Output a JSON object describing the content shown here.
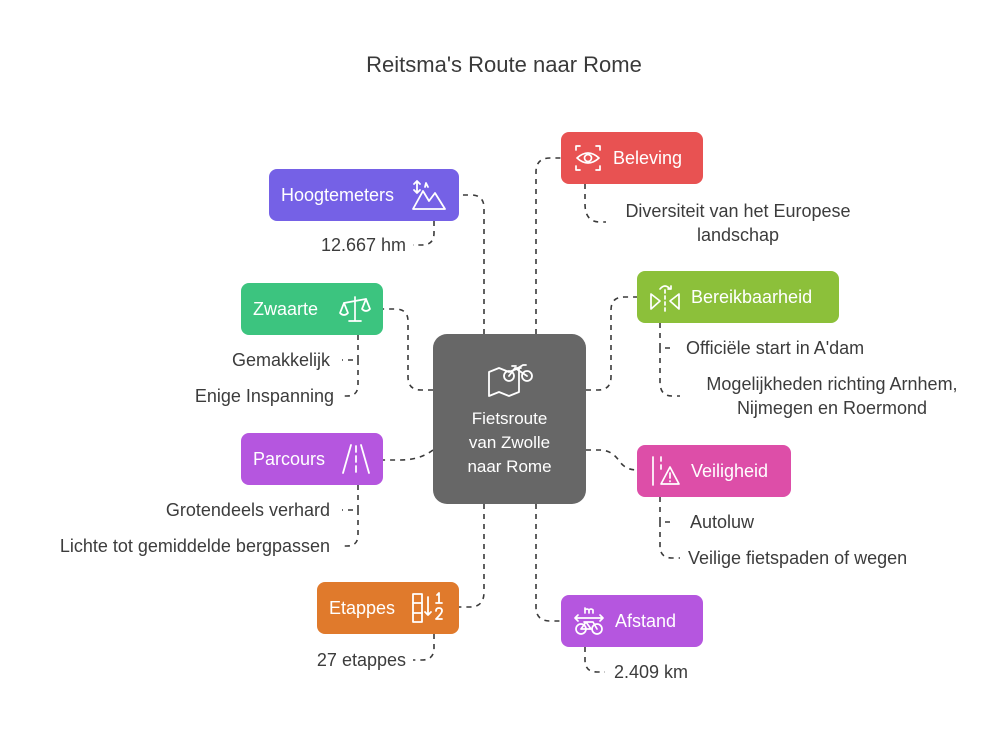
{
  "title": "Reitsma's Route naar Rome",
  "center": {
    "icon": "bicycle-map-icon",
    "lines": [
      "Fietsroute",
      "van Zwolle",
      "naar Rome"
    ]
  },
  "colors": {
    "center": "#676767",
    "hoogtemeters": "#7561e6",
    "zwaarte": "#3cc47f",
    "parcours": "#b556df",
    "etappes": "#e07a2c",
    "beleving": "#e85252",
    "bereikbaarheid": "#8cc03a",
    "veiligheid": "#dd4ea8",
    "afstand": "#b556df",
    "connector": "#3a3a3a"
  },
  "left": {
    "hoogtemeters": {
      "label": "Hoogtemeters",
      "icon": "elevation-mountains-icon",
      "details": [
        "12.667 hm"
      ]
    },
    "zwaarte": {
      "label": "Zwaarte",
      "icon": "balance-scale-icon",
      "details": [
        "Gemakkelijk",
        "Enige Inspanning"
      ]
    },
    "parcours": {
      "label": "Parcours",
      "icon": "road-icon",
      "details": [
        "Grotendeels verhard",
        "Lichte tot gemiddelde bergpassen"
      ]
    },
    "etappes": {
      "label": "Etappes",
      "icon": "sort-numeric-icon",
      "details": [
        "27 etappes"
      ]
    }
  },
  "right": {
    "beleving": {
      "label": "Beleving",
      "icon": "eye-view-icon",
      "details": [
        "Diversiteit van het Europese",
        "landschap"
      ]
    },
    "bereikbaarheid": {
      "label": "Bereikbaarheid",
      "icon": "reach-arrows-icon",
      "details": [
        "Officiële start in A'dam",
        "Mogelijkheden richting Arnhem,",
        "Nijmegen en Roermond"
      ]
    },
    "veiligheid": {
      "label": "Veiligheid",
      "icon": "road-warning-icon",
      "details": [
        "Autoluw",
        "Veilige fietspaden of wegen"
      ]
    },
    "afstand": {
      "label": "Afstand",
      "icon": "bike-distance-icon",
      "details": [
        "2.409 km"
      ]
    }
  }
}
